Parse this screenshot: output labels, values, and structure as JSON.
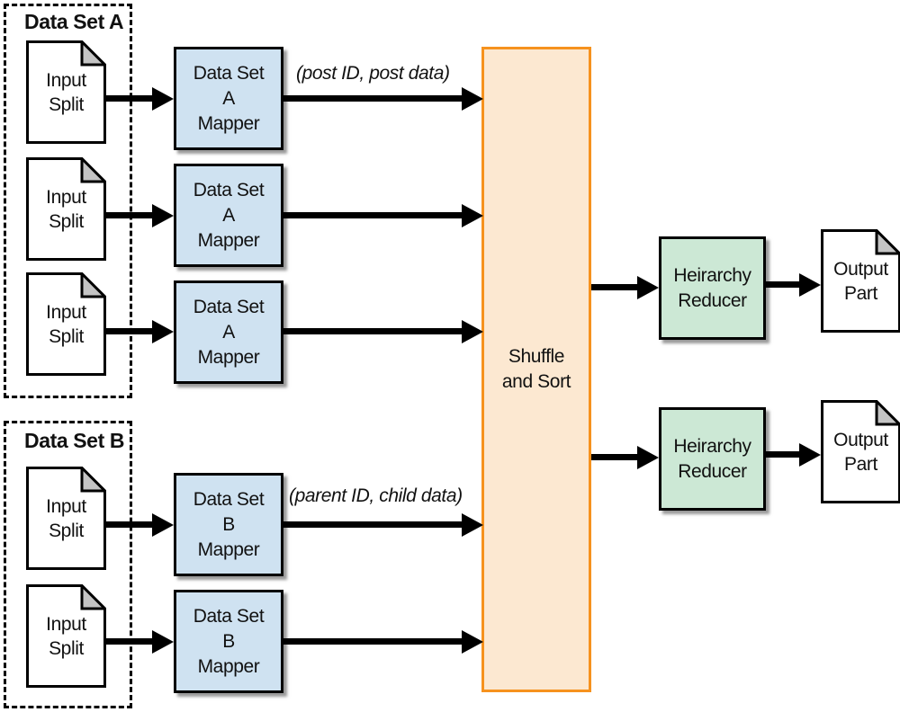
{
  "colors": {
    "mapper_fill": "#cfe2f1",
    "reducer_fill": "#cce8d5",
    "shuffle_fill": "#fce8d1",
    "shuffle_border": "#f6921e",
    "doc_fold": "#c4c4c4",
    "box_border": "#000000"
  },
  "group_a": {
    "title": "Data Set A",
    "split_label": {
      "line1": "Input",
      "line2": "Split"
    }
  },
  "group_b": {
    "title": "Data Set B",
    "split_label": {
      "line1": "Input",
      "line2": "Split"
    }
  },
  "mapper_a": {
    "line1": "Data Set",
    "line2": "A",
    "line3": "Mapper"
  },
  "mapper_b": {
    "line1": "Data Set",
    "line2": "B",
    "line3": "Mapper"
  },
  "shuffle": {
    "line1": "Shuffle",
    "line2": "and Sort"
  },
  "reducer": {
    "line1": "Heirarchy",
    "line2": "Reducer"
  },
  "output": {
    "line1": "Output",
    "line2": "Part"
  },
  "arrow_labels": {
    "post": "(post ID, post data)",
    "parent": "(parent ID, child data)"
  }
}
